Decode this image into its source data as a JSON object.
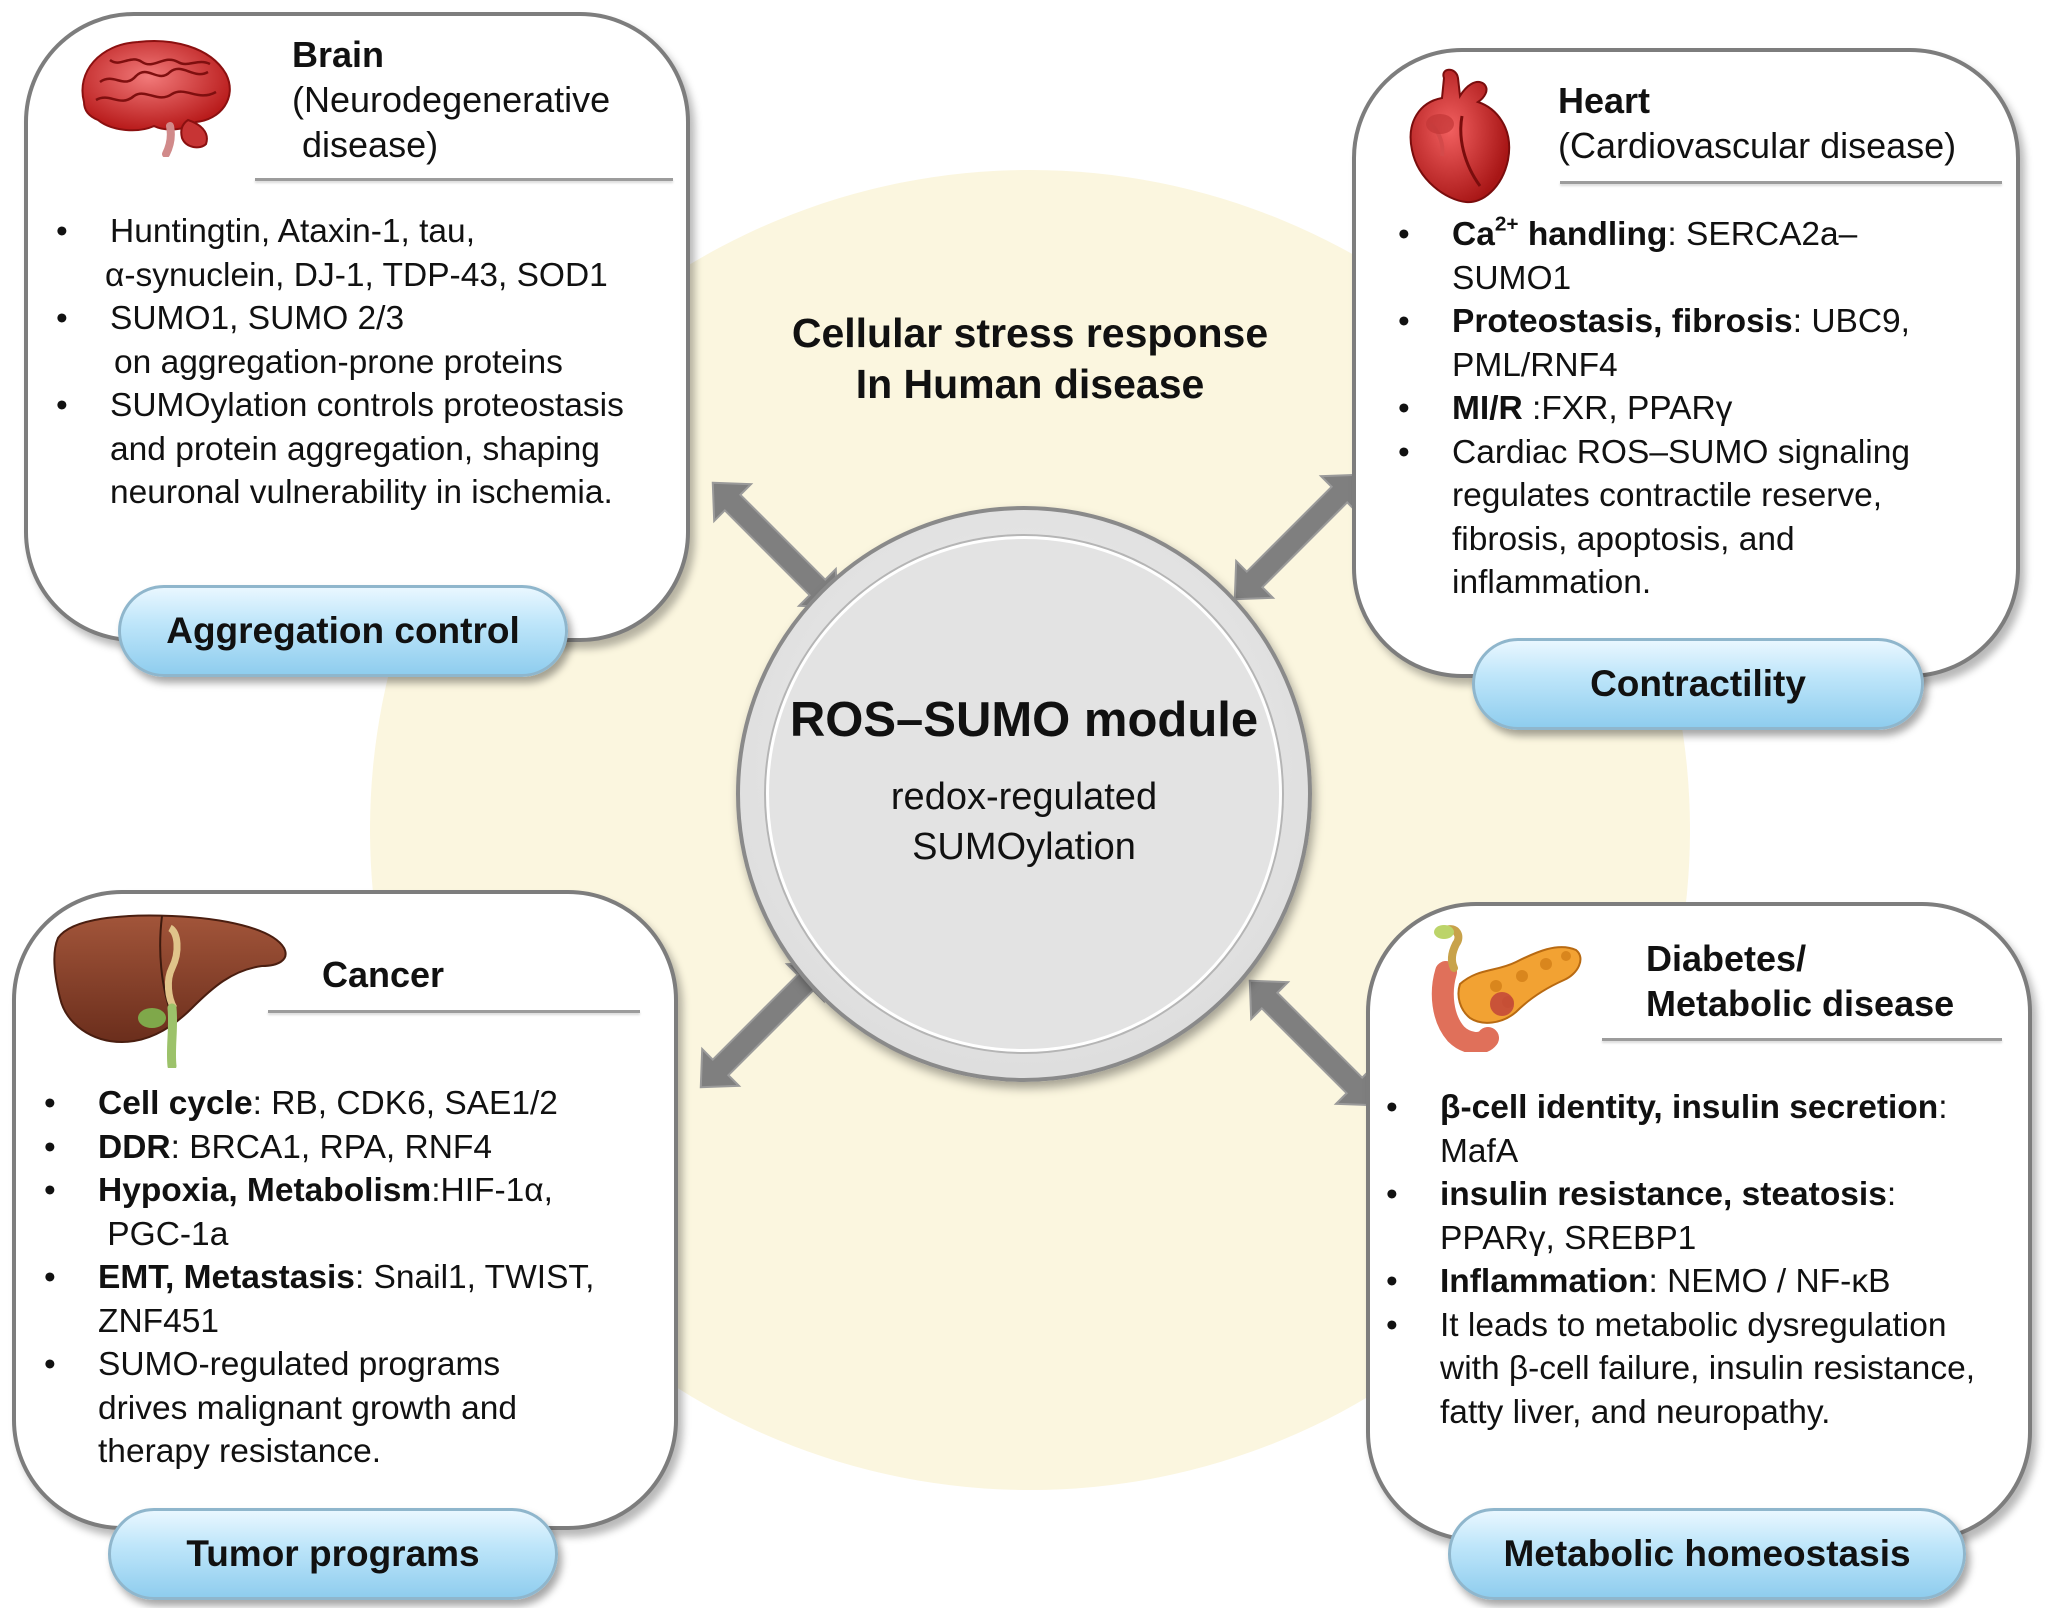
{
  "center": {
    "stress_line1": "Cellular stress response",
    "stress_line2": "In Human disease",
    "title": "ROS–SUMO module",
    "sub1": "redox-regulated",
    "sub2": "SUMOylation"
  },
  "brain": {
    "icon": "brain-icon",
    "title": "Brain",
    "subtitle1": "(Neurodegenerative",
    "subtitle2": " disease)",
    "bullets": [
      {
        "line1": "Huntingtin, Ataxin-1, tau,",
        "line2": "α-synuclein, DJ-1, TDP-43, SOD1"
      },
      {
        "line1": "SUMO1, SUMO 2/3",
        "line2": "on aggregation-prone proteins"
      },
      {
        "line1": "SUMOylation controls proteostasis",
        "line2": "and protein aggregation, shaping",
        "line3": "neuronal vulnerability in ischemia."
      }
    ],
    "pill": "Aggregation control"
  },
  "heart": {
    "icon": "heart-icon",
    "title": "Heart",
    "subtitle": "(Cardiovascular disease)",
    "b1_bold_a": "Ca",
    "b1_sup": "2+",
    "b1_bold_b": " handling",
    "b1_rest": ": SERCA2a–",
    "b1_line2": "SUMO1",
    "b2_bold": "Proteostasis, fibrosis",
    "b2_rest": ": UBC9,",
    "b2_line2": "PML/RNF4",
    "b3_bold": "MI/R",
    "b3_rest": " :FXR, PPARγ",
    "b4_line1": "Cardiac ROS–SUMO signaling",
    "b4_line2": "regulates contractile reserve,",
    "b4_line3": "fibrosis, apoptosis, and",
    "b4_line4": "inflammation.",
    "pill": "Contractility"
  },
  "cancer": {
    "icon": "liver-icon",
    "title": "Cancer",
    "b1_bold": "Cell cycle",
    "b1_rest": ": RB, CDK6, SAE1/2",
    "b2_bold": "DDR",
    "b2_rest": ": BRCA1, RPA, RNF4",
    "b3_bold": "Hypoxia, Metabolism",
    "b3_rest": ":HIF-1α,",
    "b3_line2": " PGC-1a",
    "b4_bold": "EMT, Metastasis",
    "b4_rest": ": Snail1, TWIST,",
    "b4_line2": "ZNF451",
    "b5_line1": "SUMO-regulated programs",
    "b5_line2": "drives malignant growth and",
    "b5_line3": "therapy resistance.",
    "pill": "Tumor programs"
  },
  "diabetes": {
    "icon": "pancreas-icon",
    "title1": "Diabetes/",
    "title2": "Metabolic disease",
    "b1_bold": "β-cell identity, insulin secretion",
    "b1_rest": ":",
    "b1_line2": "MafA",
    "b2_bold": "insulin resistance, steatosis",
    "b2_rest": ":",
    "b2_line2": "PPARγ, SREBP1",
    "b3_bold": "Inflammation",
    "b3_rest": ": NEMO / NF-κB",
    "b4_line1": "It leads to metabolic dysregulation",
    "b4_line2": "with β-cell failure, insulin resistance,",
    "b4_line3": "fatty liver, and neuropathy.",
    "pill": "Metabolic homeostasis"
  },
  "colors": {
    "background_circle": "#fbf6df",
    "arrow": "#7f7f7f",
    "pill_top": "#e9f7ff",
    "pill_bottom": "#8fcdee",
    "panel_border": "#7d7d7d"
  }
}
